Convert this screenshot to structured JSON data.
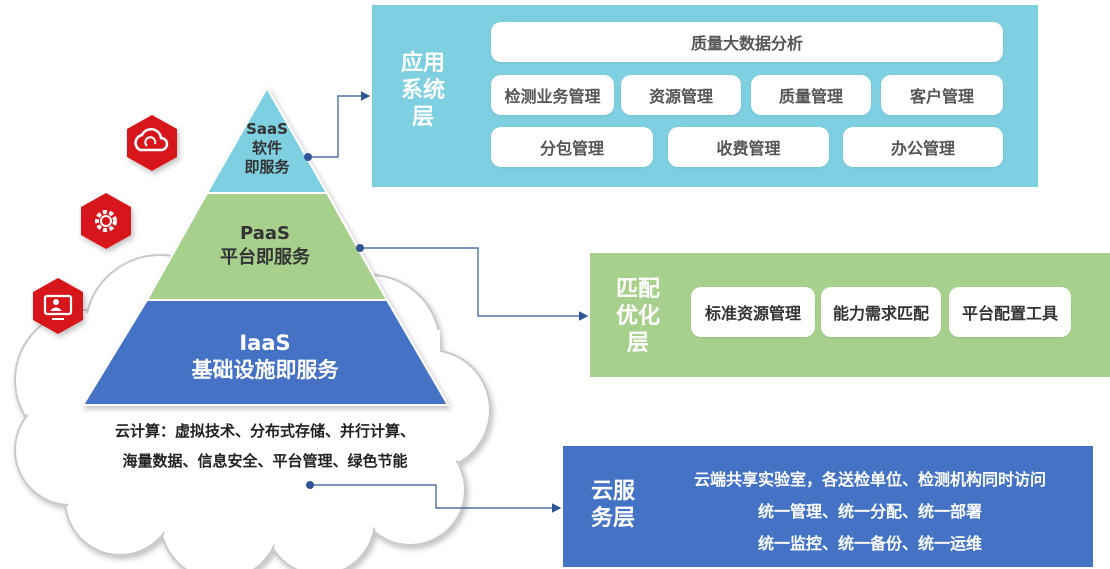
{
  "application_layer": {
    "title": "应用系统层",
    "modules_row1": [
      "质量大数据分析"
    ],
    "modules_row2": [
      "检测业务管理",
      "资源管理",
      "质量管理",
      "客户管理"
    ],
    "modules_row3": [
      "分包管理",
      "收费管理",
      "办公管理"
    ]
  },
  "optimization_layer": {
    "title": "匹配优化层",
    "modules": [
      "标准资源管理",
      "能力需求匹配",
      "平台配置工具"
    ]
  },
  "cloud_service_layer": {
    "title": "云服务层",
    "lines": [
      "云端共享实验室，各送检单位、检测机构同时访问",
      "统一管理、统一分配、统一部署",
      "统一监控、统一备份、统一运维"
    ]
  },
  "pyramid": {
    "saas": [
      "SaaS",
      "软件",
      "即服务"
    ],
    "paas": [
      "PaaS",
      "平台即服务"
    ],
    "iaas": [
      "IaaS",
      "基础设施即服务"
    ]
  },
  "cloud_computing": {
    "line1": "云计算：虚拟技术、分布式存储、并行计算、",
    "line2": "海量数据、信息安全、平台管理、绿色节能"
  },
  "colors": {
    "app_layer": "#7ecfe0",
    "optimization_layer": "#a8d08d",
    "cloud_layer": "#4472c4",
    "saas": "#7ecfe0",
    "paas": "#a8d08d",
    "iaas": "#4472c4",
    "icon_red": "#d7191d",
    "connector": "#2f5597"
  },
  "icons": [
    "cloud-sync-icon",
    "gear-icon",
    "monitor-user-icon"
  ]
}
